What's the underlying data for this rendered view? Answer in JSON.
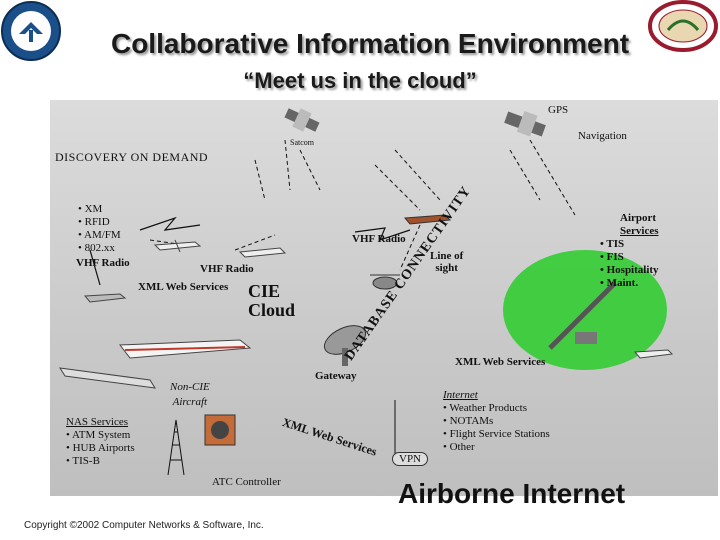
{
  "header": {
    "title": "Collaborative Information Environment",
    "subtitle": "“Meet us in the cloud”"
  },
  "labels": {
    "gps": "GPS",
    "satcom": "Satcom",
    "navigation": "Navigation",
    "discovery": "DISCOVERY ON DEMAND",
    "vhf_radio_left": "VHF Radio",
    "vhf_radio_center": "VHF Radio",
    "vhf_radio_right": "VHF Radio",
    "xml_web_services_left": "XML Web Services",
    "cie_line1": "CIE",
    "cie_line2": "Cloud",
    "line_of_sight_1": "Line of",
    "line_of_sight_2": "sight",
    "gateway": "Gateway",
    "database_connectivity": "DATABASE CONNECTIVITY",
    "xml_web_services_right": "XML Web Services",
    "xml_web_services_bottom": "XML Web Services",
    "non_cie_1": "Non-CIE",
    "non_cie_2": "Aircraft",
    "atc_controller": "ATC Controller",
    "vpn": "VPN",
    "airborne_internet": "Airborne Internet"
  },
  "radio_list": [
    "• XM",
    "• RFID",
    "• AM/FM",
    "• 802.xx"
  ],
  "airport_services": {
    "title_1": "Airport",
    "title_2": "Services",
    "items": [
      "• TIS",
      "• FIS",
      "• Hospitality",
      "• Maint."
    ]
  },
  "nas_services": {
    "title": "NAS Services",
    "items": [
      "• ATM System",
      "• HUB Airports",
      "• TIS-B"
    ]
  },
  "internet": {
    "title": "Internet",
    "items": [
      "• Weather Products",
      "• NOTAMs",
      "• Flight Service Stations",
      "• Other"
    ]
  },
  "footer": {
    "text": "Copyright ©2002 Computer Networks & Software, Inc."
  },
  "colors": {
    "title_text": "#1a1a1a",
    "panel_bg": "#cccccc",
    "airport_green": "#33cc33",
    "seal_blue": "#1b4f8a",
    "seal_red": "#9a1b2e"
  }
}
